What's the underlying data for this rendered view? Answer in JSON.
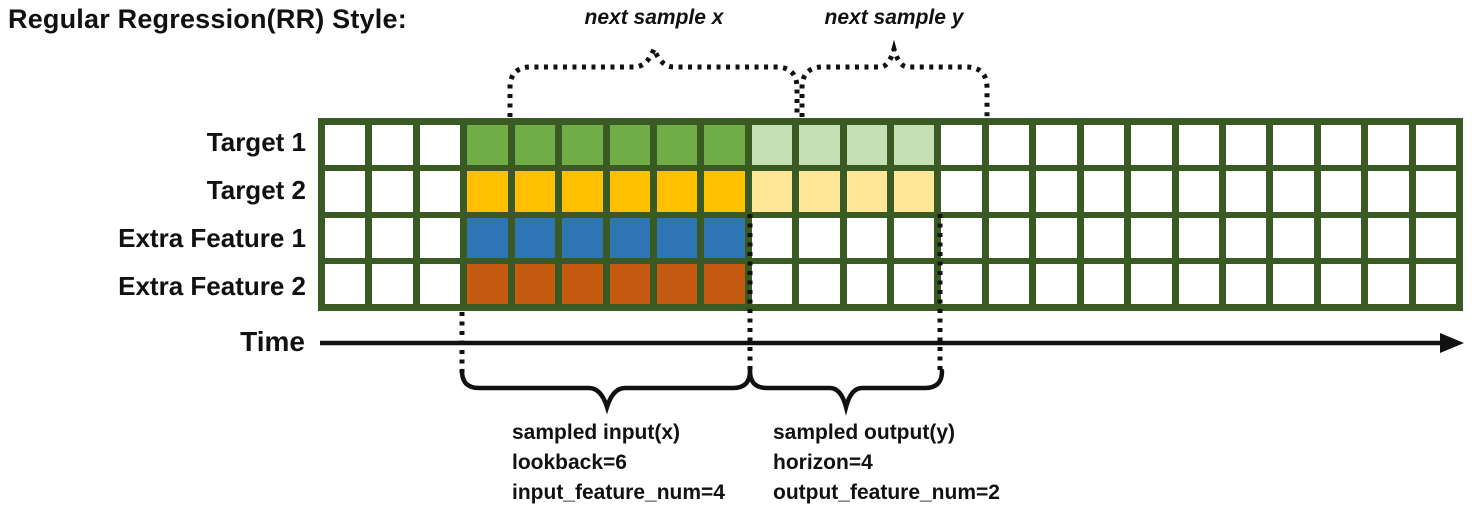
{
  "title": "Regular Regression(RR) Style:",
  "top_annotations": {
    "next_sample_x": "next sample x",
    "next_sample_y": "next sample y"
  },
  "time_axis": {
    "label": "Time"
  },
  "grid": {
    "num_columns": 24,
    "border_color": "#3A5A24",
    "lookback_columns": [
      3,
      8
    ],
    "horizon_columns": [
      9,
      12
    ],
    "rows": [
      {
        "label": "Target 1",
        "type": "target",
        "input_color": "#70AD47",
        "output_color": "#C5E0B4"
      },
      {
        "label": "Target 2",
        "type": "target",
        "input_color": "#FFC000",
        "output_color": "#FFE699"
      },
      {
        "label": "Extra Feature 1",
        "type": "extra-feature",
        "input_color": "#2E75B6",
        "output_color": null
      },
      {
        "label": "Extra Feature 2",
        "type": "extra-feature",
        "input_color": "#C55A11",
        "output_color": null
      }
    ]
  },
  "bottom_annotations": {
    "input": {
      "lines": [
        "sampled input(x)",
        "lookback=6",
        "input_feature_num=4"
      ]
    },
    "output": {
      "lines": [
        "sampled output(y)",
        "horizon=4",
        "output_feature_num=2"
      ]
    }
  }
}
